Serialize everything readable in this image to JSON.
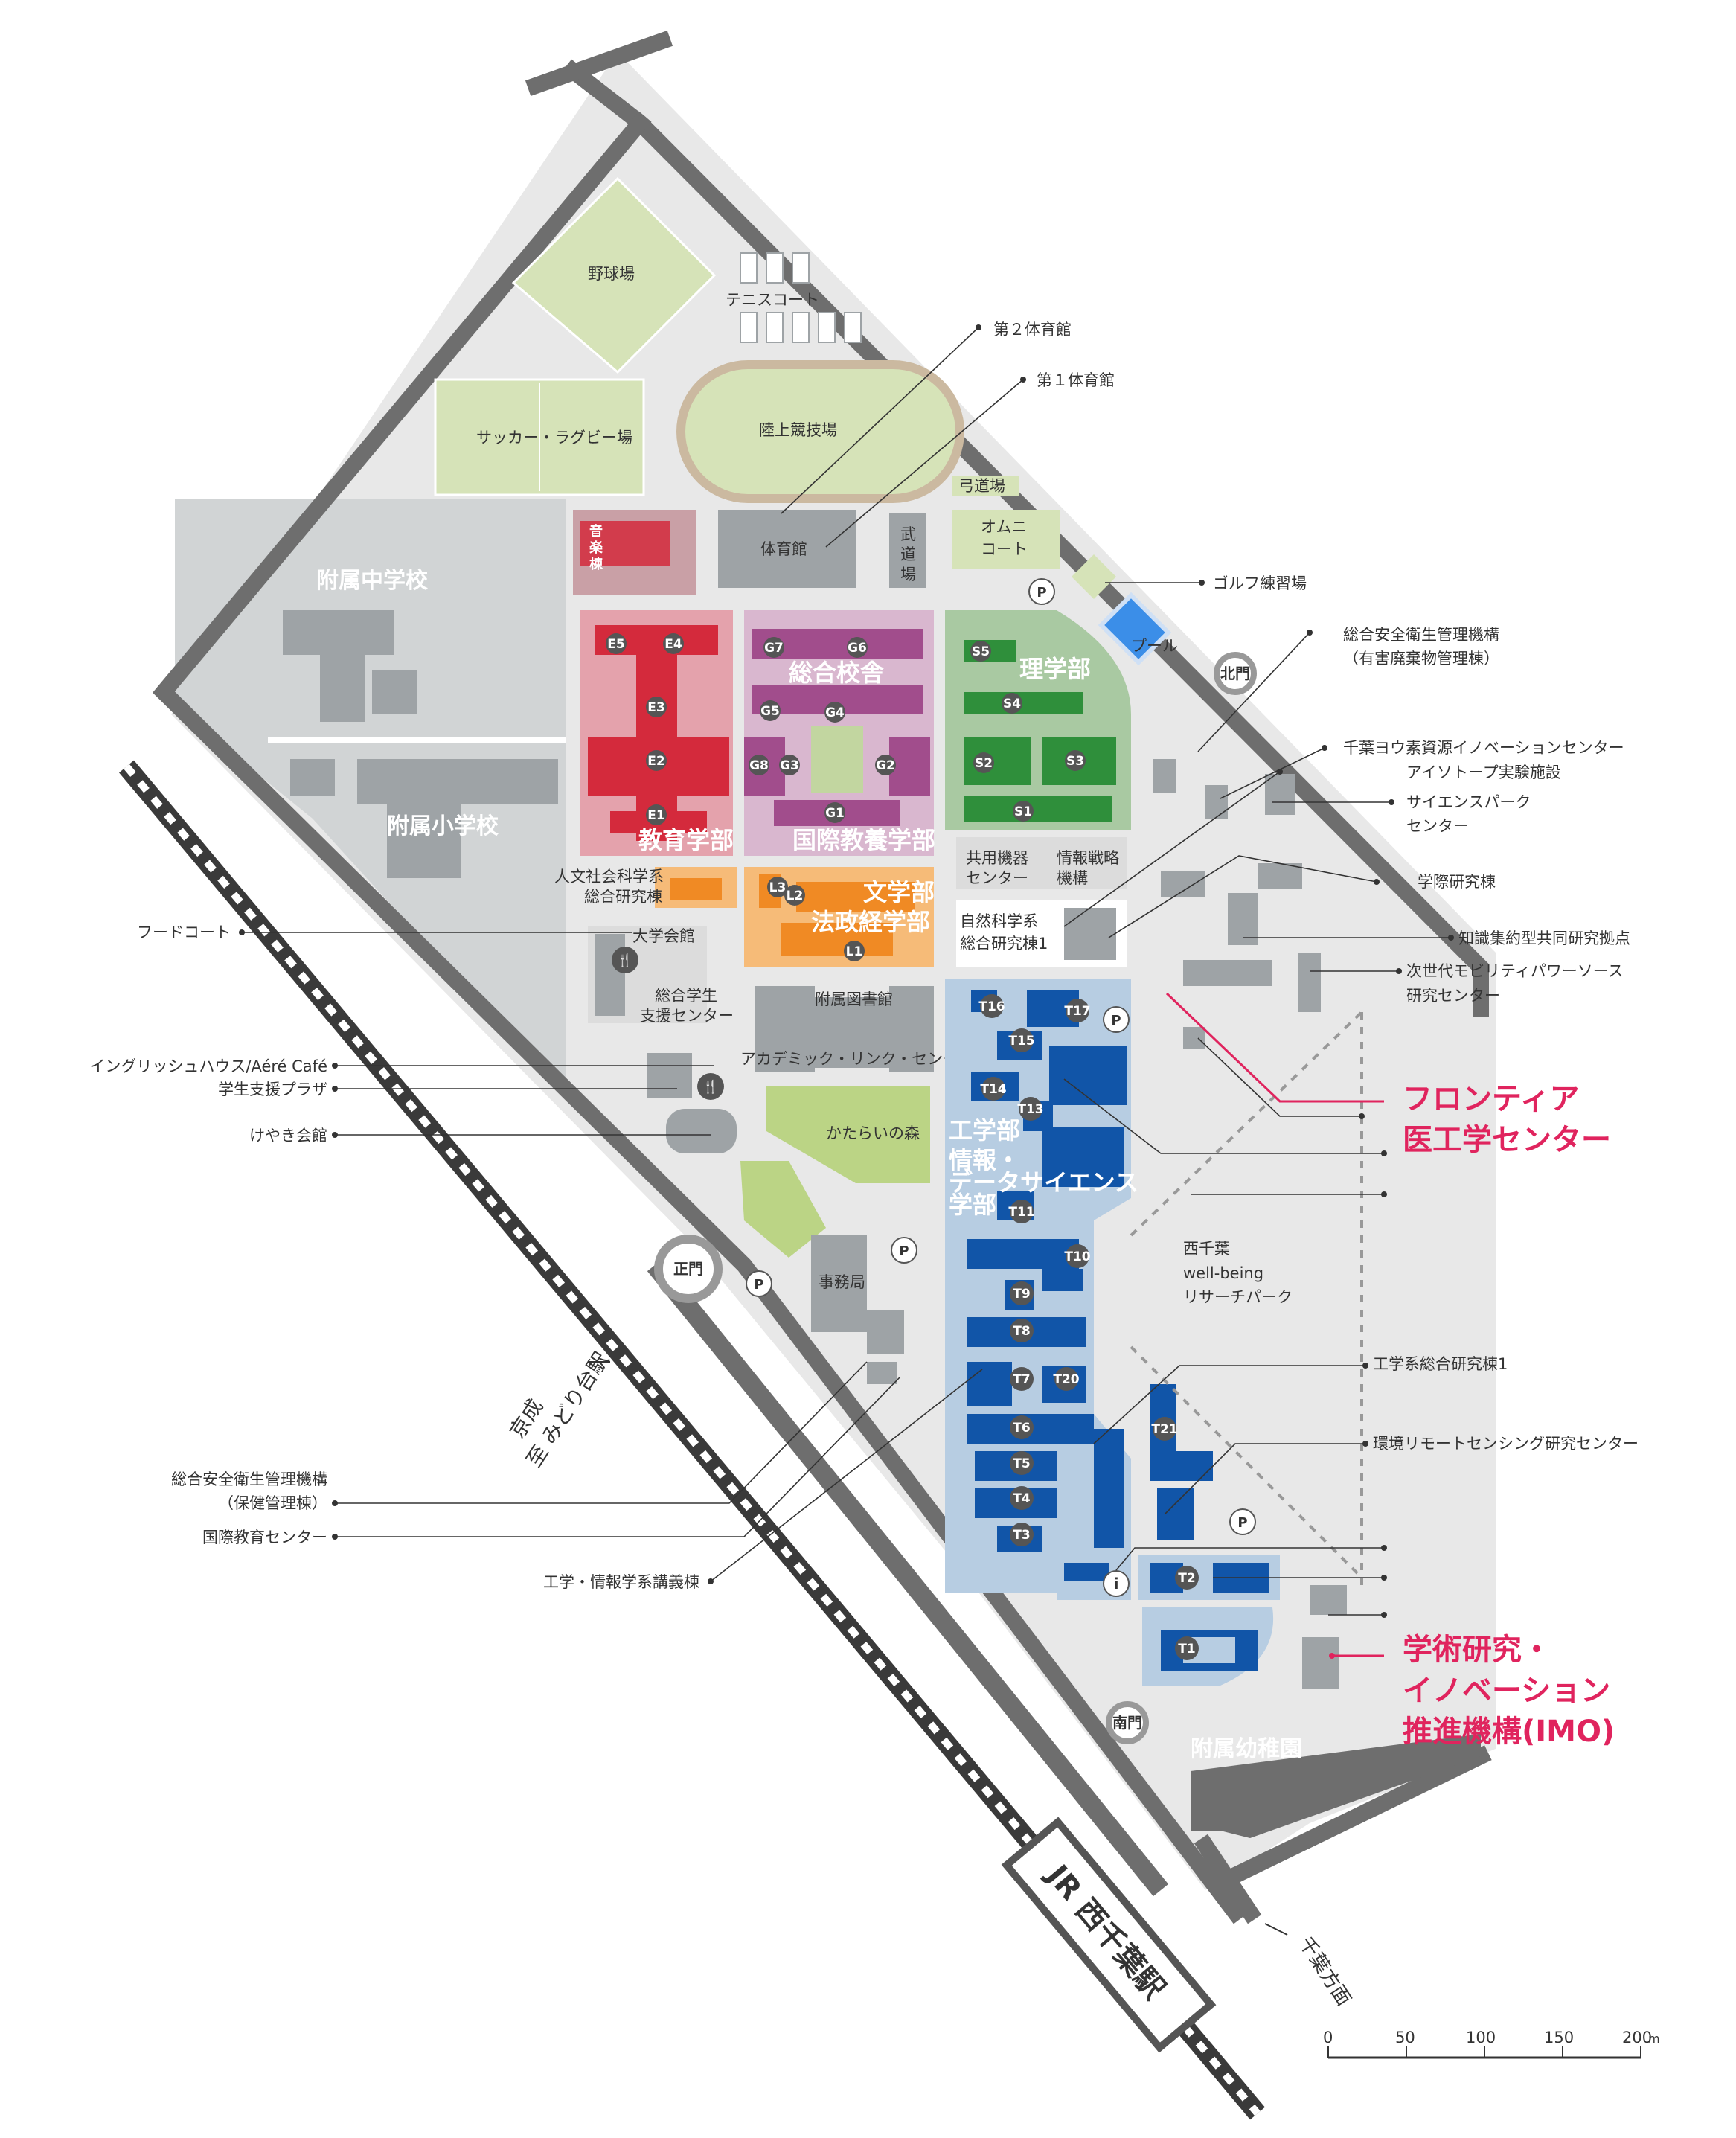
{
  "colors": {
    "road": "#6e6e6e",
    "ground": "#e6e6e6",
    "attached_school": "#cfd2d3",
    "sports_green": "#d6e3b8",
    "education": "#d42a3c",
    "education_bg": "#e4a2ac",
    "general": "#a14d8c",
    "general_bg": "#d9b7cf",
    "science": "#2f8f3b",
    "science_bg": "#a9c9a2",
    "law_letters": "#f08a24",
    "law_letters_bg": "#f6bb78",
    "engineering": "#1155a8",
    "engineering_bg": "#b7cde2",
    "building_gray": "#9ea3a6",
    "highlight": "#e0245e"
  },
  "sports": {
    "baseball": "野球場",
    "tennis": "テニスコート",
    "soccer": "サッカー・ラグビー場",
    "track": "陸上競技場",
    "archery": "弓道場",
    "omni": [
      "オムニ",
      "コート"
    ],
    "pool": "プール",
    "gym": "体育館",
    "budo": [
      "武",
      "道",
      "場"
    ]
  },
  "areas": {
    "junior_high": "附属中学校",
    "elementary": "附属小学校",
    "kindergarten": "附属幼稚園",
    "music": [
      "音",
      "楽",
      "棟"
    ],
    "education": "教育学部",
    "general": "総合校舎",
    "global": "国際教養学部",
    "science": "理学部",
    "letters": "文学部",
    "law": "法政経学部",
    "engineering": "工学部",
    "datascience": [
      "情報・",
      "データサイエンス",
      "学部"
    ],
    "forest": "かたらいの森",
    "library": [
      "附属図書館",
      "アカデミック・リンク・センター"
    ],
    "admin": "事務局",
    "kyoyo": [
      "共用機器",
      "センター"
    ],
    "strategy": [
      "情報戦略",
      "機構"
    ],
    "natsci": [
      "自然科学系",
      "総合研究棟1"
    ],
    "humanities": [
      "人文社会科学系",
      "総合研究棟"
    ],
    "univhall": "大学会館",
    "support": [
      "総合学生",
      "支援センター"
    ],
    "wellbeing": [
      "西千葉",
      "well-being",
      "リサーチパーク"
    ]
  },
  "codes": {
    "education": [
      "E5",
      "E4",
      "E3",
      "E2",
      "E1"
    ],
    "general": [
      "G7",
      "G6",
      "G5",
      "G4",
      "G8",
      "G3",
      "G2",
      "G1"
    ],
    "science": [
      "S5",
      "S4",
      "S2",
      "S3",
      "S1"
    ],
    "law": [
      "L3",
      "L2",
      "L1"
    ],
    "engineering": [
      "T16",
      "T17",
      "T15",
      "T14",
      "T13",
      "T11",
      "T10",
      "T9",
      "T8",
      "T7",
      "T20",
      "T6",
      "T5",
      "T4",
      "T3",
      "T21",
      "T2",
      "T1"
    ]
  },
  "gates": {
    "north": "北門",
    "main": "正門",
    "south": "南門"
  },
  "parking": "P",
  "info": "i",
  "callouts_right": [
    "第２体育館",
    "第１体育館",
    "ゴルフ練習場",
    "総合安全衛生管理機構",
    "（有害廃棄物管理棟）",
    "千葉ヨウ素資源イノベーションセンター",
    "アイソトープ実験施設",
    "サイエンスパーク",
    "センター",
    "学際研究棟",
    "知識集約型共同研究拠点",
    "次世代モビリティパワーソース",
    "研究センター",
    "工学系総合研究棟1",
    "環境リモートセンシング研究センター"
  ],
  "callouts_left": [
    "フードコート",
    "イングリッシュハウス/Aéré Café",
    "学生支援プラザ",
    "けやき会館",
    "総合安全衛生管理機構",
    "（保健管理棟）",
    "国際教育センター",
    "工学・情報学系講義棟"
  ],
  "highlights": {
    "frontier": [
      "フロンティア",
      "医工学センター"
    ],
    "imo": [
      "学術研究・",
      "イノベーション",
      "推進機構(IMO)"
    ]
  },
  "stations": {
    "keisei": [
      "京成",
      "至 みどり台駅"
    ],
    "jr": "JR 西千葉駅",
    "chiba": "千葉方面"
  },
  "scale": {
    "ticks": [
      "0",
      "50",
      "100",
      "150",
      "200"
    ],
    "unit": "m"
  }
}
